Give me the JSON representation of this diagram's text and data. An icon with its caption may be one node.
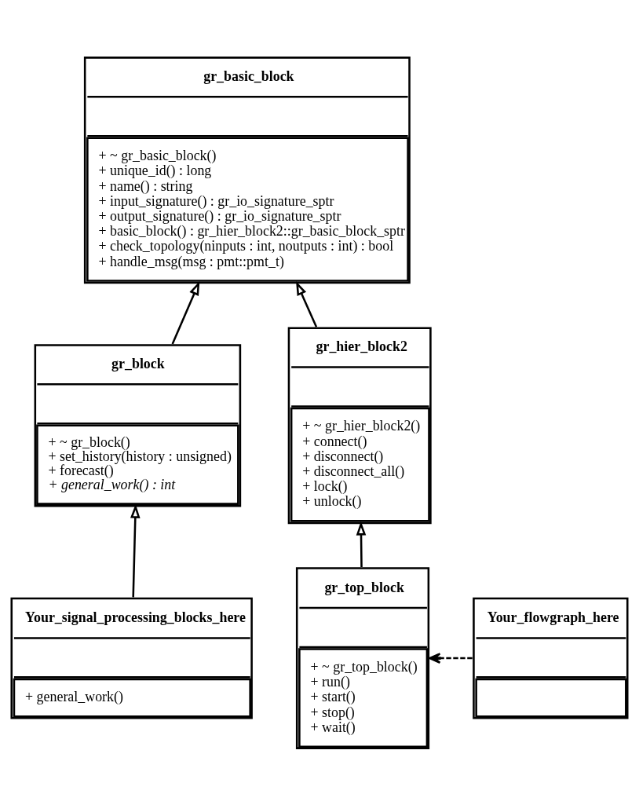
{
  "diagram": {
    "nodes": [
      {
        "text": [
          "gr_basic_block",
          "+ ~ gr_basic_block()",
          "+ unique_id() : long",
          "+ name() : string",
          "+ input_signature() : gr_io_signature_sptr",
          "+ output_signature() : gr_io_signature_sptr",
          "+ basic_block() : gr_hier_block2::gr_basic_block_sptr",
          "+ check_topology(ninputs : int, noutputs : int) : bool",
          "+ handle_msg(msg : pmt::pmt_t)"
        ]
      },
      {
        "text": [
          "gr_block",
          "+ ~ gr_block()",
          "+ set_history(history : unsigned)",
          "+ forecast()",
          "+ general_work() : int"
        ]
      },
      {
        "text": [
          "gr_hier_block2",
          "+ ~ gr_hier_block2()",
          "+ connect()",
          "+ disconnect()",
          "+ disconnect_all()",
          "+ lock()",
          "+ unlock()"
        ]
      },
      {
        "text": [
          "Your_signal_processing_blocks_here",
          "+ general_work()"
        ]
      },
      {
        "text": [
          "Your_flowgraph_here"
        ]
      },
      {
        "text": [
          "gr_top_block",
          "+ ~ gr_top_block()",
          "+ run()",
          "+ start()",
          "+ stop()",
          "+ wait()"
        ]
      }
    ],
    "edges": [
      {
        "from": 1,
        "to": 0,
        "arrow": "to"
      },
      {
        "from": 2,
        "to": 0,
        "arrow": "to"
      },
      {
        "from": 3,
        "to": 1,
        "arrow": "to"
      },
      {
        "from": 5,
        "to": 2,
        "arrow": "to"
      },
      {
        "from": 4,
        "to": 5,
        "arrow": "to",
        "style": "dashed"
      }
    ]
  }
}
